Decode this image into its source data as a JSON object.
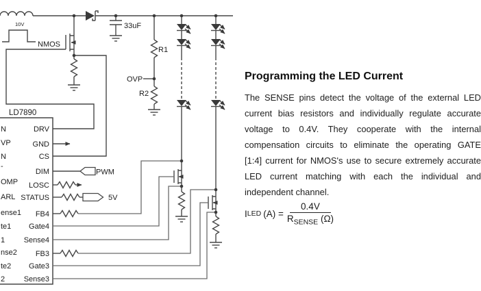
{
  "text_panel": {
    "title": "Programming the LED Current",
    "body_lines": [
      "The SENSE pins detect the voltage of the external LED",
      "current bias resistors and individually regulate accurate",
      "voltage to 0.4V. They cooperate with the internal",
      "compensation circuits to eliminate the operating GATE",
      "[1:4] current for NMOS's use to secure extremely accurate",
      "LED current matching with each the individual and",
      "independent channel."
    ],
    "formula": {
      "lhs_main": "I",
      "lhs_sub": "LED",
      "equals": "(A) =",
      "numerator": "0.4V",
      "den_main": "R",
      "den_sub": "SENSE",
      "den_tail": " (Ω)"
    }
  },
  "schematic": {
    "ic_label": "LD7890",
    "labels": {
      "nmos": "NMOS",
      "cap": "33uF",
      "r1": "R1",
      "r2": "R2",
      "ovp": "OVP",
      "pwm": "PWM",
      "v5": "5V",
      "v10": "10V"
    },
    "right_pins": [
      "DRV",
      "GND",
      "CS",
      "DIM",
      "LOSC",
      "STATUS",
      "FB4",
      "Gate4",
      "Sense4",
      "FB3",
      "Gate3",
      "Sense3"
    ],
    "left_pin_fragments": [
      "N",
      "VP",
      "N",
      "-",
      "OMP",
      "ARL",
      "ense1",
      "te1",
      "1",
      "nse2",
      "te2",
      "2"
    ],
    "colors": {
      "component_stroke": "#474747",
      "routing_wire": "#6b6b6b",
      "text": "#1c1c1c",
      "background": "#ffffff"
    }
  }
}
